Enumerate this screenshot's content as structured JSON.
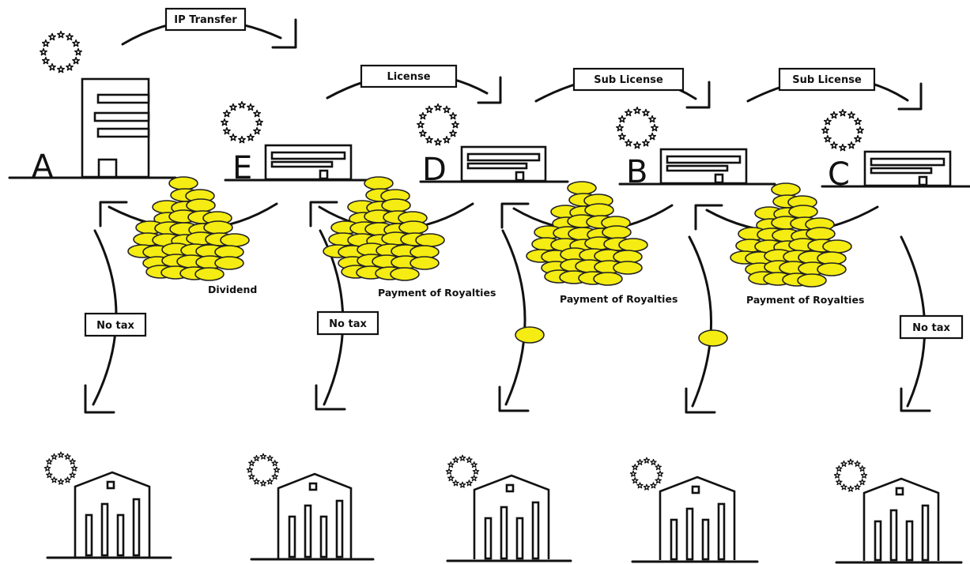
{
  "top_labels": {
    "ip_transfer": "IP Transfer",
    "license": "License",
    "sub_license_1": "Sub License",
    "sub_license_2": "Sub License"
  },
  "entities": {
    "a": "A",
    "e": "E",
    "d": "D",
    "b": "B",
    "c": "C"
  },
  "captions": {
    "dividend": "Dividend",
    "royalties_1": "Payment of Royalties",
    "royalties_2": "Payment of Royalties",
    "royalties_3": "Payment of Royalties"
  },
  "tax_labels": {
    "no_tax_a": "No tax",
    "no_tax_e": "No tax",
    "no_tax_c": "No tax"
  },
  "colors": {
    "coin": "#f4ec12",
    "ink": "#111111",
    "background": "#ffffff"
  },
  "icons": [
    "eu-stars-icon",
    "office-building-icon",
    "coin-pile-icon",
    "single-coin-icon",
    "government-building-icon",
    "curved-arrow-icon"
  ]
}
